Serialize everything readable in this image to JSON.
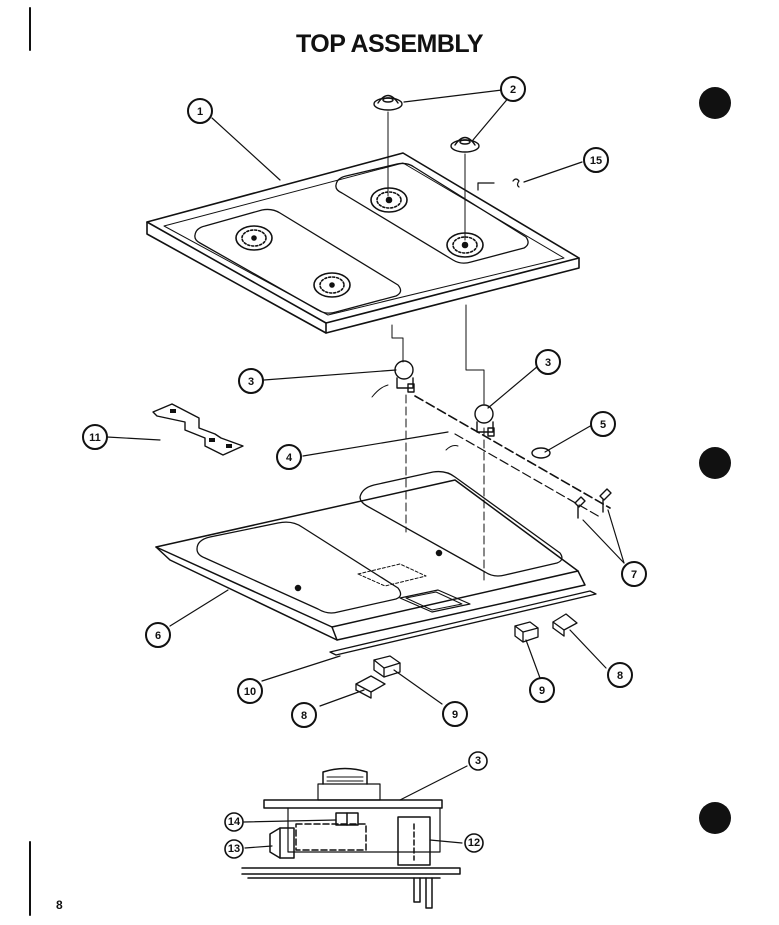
{
  "title": "TOP ASSEMBLY",
  "page_number": "8",
  "callouts": [
    {
      "id": "c1",
      "label": "1"
    },
    {
      "id": "c2",
      "label": "2"
    },
    {
      "id": "c15",
      "label": "15"
    },
    {
      "id": "c3a",
      "label": "3"
    },
    {
      "id": "c3b",
      "label": "3"
    },
    {
      "id": "c11",
      "label": "11"
    },
    {
      "id": "c4",
      "label": "4"
    },
    {
      "id": "c5",
      "label": "5"
    },
    {
      "id": "c7",
      "label": "7"
    },
    {
      "id": "c6",
      "label": "6"
    },
    {
      "id": "c9a",
      "label": "9"
    },
    {
      "id": "c8a",
      "label": "8"
    },
    {
      "id": "c10",
      "label": "10"
    },
    {
      "id": "c8b",
      "label": "8"
    },
    {
      "id": "c9b",
      "label": "9"
    },
    {
      "id": "c3c",
      "label": "3"
    },
    {
      "id": "c14",
      "label": "14"
    },
    {
      "id": "c13",
      "label": "13"
    },
    {
      "id": "c12",
      "label": "12"
    }
  ],
  "colors": {
    "ink": "#111111",
    "paper": "#ffffff"
  }
}
